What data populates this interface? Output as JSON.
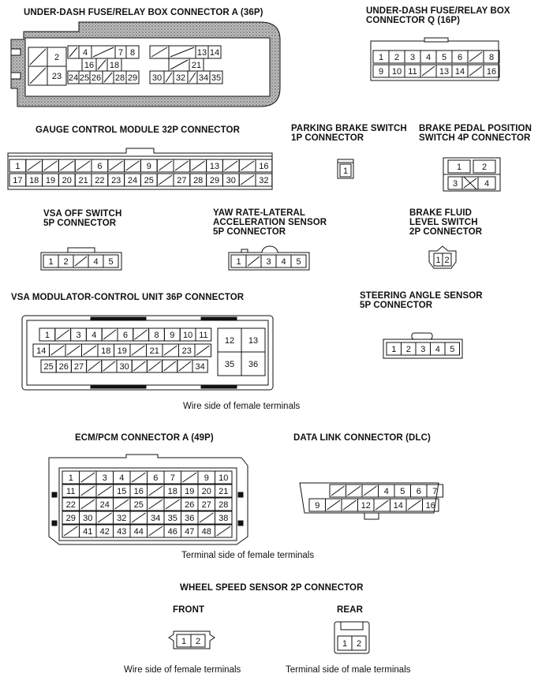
{
  "connectors": {
    "underdash_a": {
      "title": "UNDER-DASH FUSE/RELAY BOX CONNECTOR A (36P)",
      "labels": [
        "2",
        "23",
        "4",
        "7",
        "8",
        "16",
        "18",
        "24",
        "25",
        "26",
        "28",
        "29",
        "13",
        "14",
        "21",
        "30",
        "32",
        "34",
        "35"
      ]
    },
    "underdash_q": {
      "title": "UNDER-DASH FUSE/RELAY BOX\nCONNECTOR Q (16P)",
      "row1": [
        "1",
        "2",
        "3",
        "4",
        "5",
        "6",
        "",
        "8"
      ],
      "row2": [
        "9",
        "10",
        "11",
        "",
        "13",
        "14",
        "",
        "16"
      ]
    },
    "gauge": {
      "title": "GAUGE CONTROL MODULE 32P CONNECTOR",
      "row1": [
        "1",
        "",
        "",
        "",
        "",
        "6",
        "",
        "",
        "9",
        "",
        "",
        "",
        "13",
        "",
        "",
        "16"
      ],
      "row2": [
        "17",
        "18",
        "19",
        "20",
        "21",
        "22",
        "23",
        "24",
        "25",
        "",
        "27",
        "28",
        "29",
        "30",
        "",
        "32"
      ]
    },
    "parking": {
      "title": "PARKING BRAKE SWITCH\n1P CONNECTOR",
      "labels": [
        "1"
      ]
    },
    "brake_pedal": {
      "title": "BRAKE PEDAL POSITION\nSWITCH 4P CONNECTOR",
      "labels": [
        "1",
        "2",
        "3",
        "4"
      ]
    },
    "vsa_off": {
      "title": "VSA OFF SWITCH\n5P CONNECTOR",
      "labels": [
        "1",
        "2",
        "",
        "4",
        "5"
      ]
    },
    "yaw": {
      "title": "YAW RATE-LATERAL\nACCELERATION SENSOR\n5P CONNECTOR",
      "labels": [
        "1",
        "",
        "3",
        "4",
        "5"
      ]
    },
    "brake_fluid": {
      "title": "BRAKE FLUID\nLEVEL SWITCH\n2P CONNECTOR",
      "labels": [
        "1",
        "2"
      ]
    },
    "vsa_mod": {
      "title": "VSA MODULATOR-CONTROL UNIT 36P CONNECTOR",
      "row1": [
        "1",
        "",
        "3",
        "4",
        "",
        "6",
        "",
        "8",
        "9",
        "10",
        "11"
      ],
      "row2": [
        "14",
        "",
        "",
        "",
        "18",
        "19",
        "",
        "21",
        "",
        "23",
        ""
      ],
      "row3": [
        "25",
        "26",
        "27",
        "",
        "",
        "30",
        "",
        "",
        "",
        "",
        "34"
      ],
      "right": [
        "12",
        "13",
        "35",
        "36"
      ]
    },
    "steering": {
      "title": "STEERING ANGLE SENSOR\n5P CONNECTOR",
      "labels": [
        "1",
        "2",
        "3",
        "4",
        "5"
      ]
    },
    "ecm": {
      "title": "ECM/PCM CONNECTOR A (49P)",
      "row1": [
        "1",
        "",
        "3",
        "4",
        "",
        "6",
        "7",
        "",
        "9",
        "10"
      ],
      "row2": [
        "11",
        "",
        "",
        "15",
        "16",
        "",
        "18",
        "19",
        "20",
        "21"
      ],
      "row3": [
        "22",
        "",
        "24",
        "",
        "25",
        "",
        "",
        "26",
        "27",
        "28"
      ],
      "row4": [
        "29",
        "30",
        "",
        "32",
        "",
        "34",
        "35",
        "36",
        "",
        "38"
      ],
      "row5": [
        "",
        "41",
        "42",
        "43",
        "44",
        "",
        "46",
        "47",
        "48",
        ""
      ]
    },
    "dlc": {
      "title": "DATA LINK CONNECTOR (DLC)",
      "row1": [
        "",
        "",
        "",
        "4",
        "5",
        "6",
        "7"
      ],
      "row2": [
        "9",
        "",
        "",
        "12",
        "",
        "14",
        "",
        "16"
      ]
    },
    "wheel": {
      "title": "WHEEL SPEED SENSOR 2P CONNECTOR",
      "front_label": "FRONT",
      "rear_label": "REAR",
      "labels": [
        "1",
        "2"
      ]
    }
  },
  "captions": {
    "wire_side_female_1": "Wire side of female terminals",
    "terminal_side_female": "Terminal side of female terminals",
    "wire_side_female_2": "Wire side of female terminals",
    "terminal_side_male": "Terminal side of male terminals"
  }
}
